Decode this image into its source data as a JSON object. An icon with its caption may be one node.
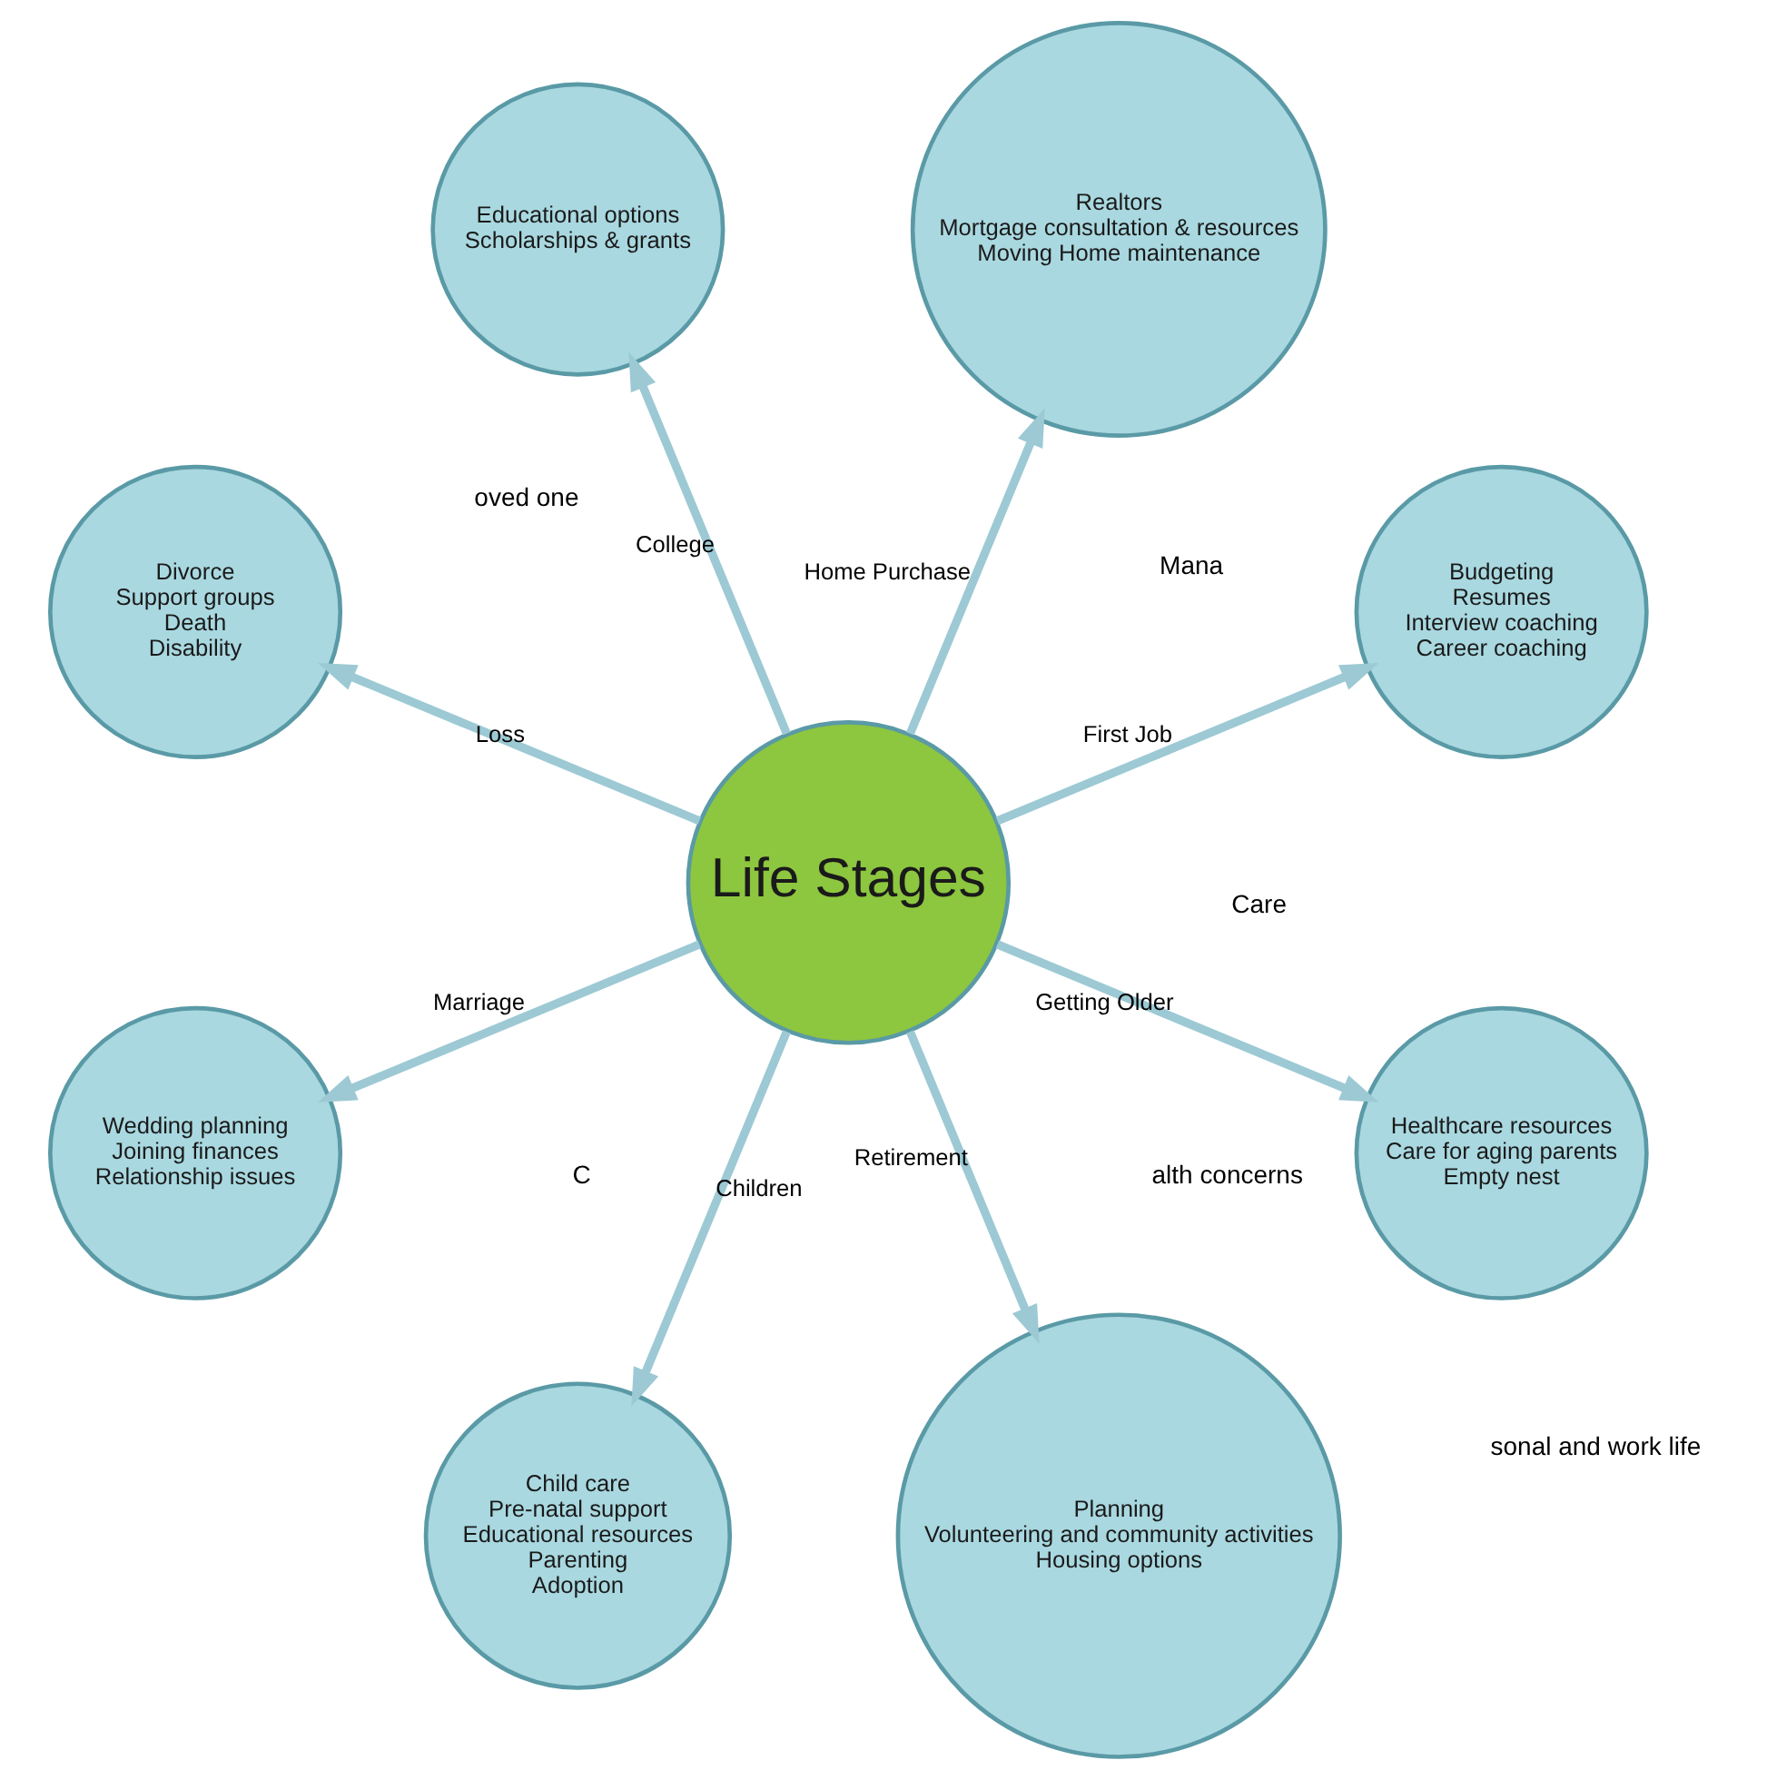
{
  "diagram": {
    "nodes": [
      {
        "text": [
          "Life Stages"
        ]
      },
      {
        "text": [
          "Budgeting",
          "Resumes",
          "Interview coaching",
          "Career coaching"
        ]
      },
      {
        "text": [
          "Realtors",
          "Mortgage consultation & resources",
          "Moving Home maintenance"
        ]
      },
      {
        "text": [
          "Educational options",
          "Scholarships & grants"
        ]
      },
      {
        "text": [
          "Divorce",
          "Support groups",
          "Death",
          "Disability"
        ]
      },
      {
        "text": [
          "Wedding planning",
          "Joining finances",
          "Relationship issues"
        ]
      },
      {
        "text": [
          "Child care",
          "Pre-natal support",
          "Educational resources",
          "Parenting",
          "Adoption"
        ]
      },
      {
        "text": [
          "Planning",
          "Volunteering and community activities",
          "Housing options"
        ]
      },
      {
        "text": [
          "Healthcare resources",
          "Care for aging parents",
          "Empty nest"
        ]
      }
    ],
    "edges": [
      {
        "from": 0,
        "to": 1,
        "arrow": "to",
        "label": "First Job"
      },
      {
        "from": 0,
        "to": 2,
        "arrow": "to",
        "label": "Home Purchase"
      },
      {
        "from": 0,
        "to": 3,
        "arrow": "to",
        "label": "College"
      },
      {
        "from": 0,
        "to": 4,
        "arrow": "to",
        "label": "Loss"
      },
      {
        "from": 0,
        "to": 5,
        "arrow": "to",
        "label": "Marriage"
      },
      {
        "from": 0,
        "to": 6,
        "arrow": "to",
        "label": "Children"
      },
      {
        "from": 0,
        "to": 7,
        "arrow": "to",
        "label": "Retirement"
      },
      {
        "from": 0,
        "to": 8,
        "arrow": "to",
        "label": "Getting Older"
      }
    ],
    "labels": [
      "alth concerns",
      "Mana",
      "Care",
      "oved one",
      "C",
      "sonal and work life"
    ]
  }
}
